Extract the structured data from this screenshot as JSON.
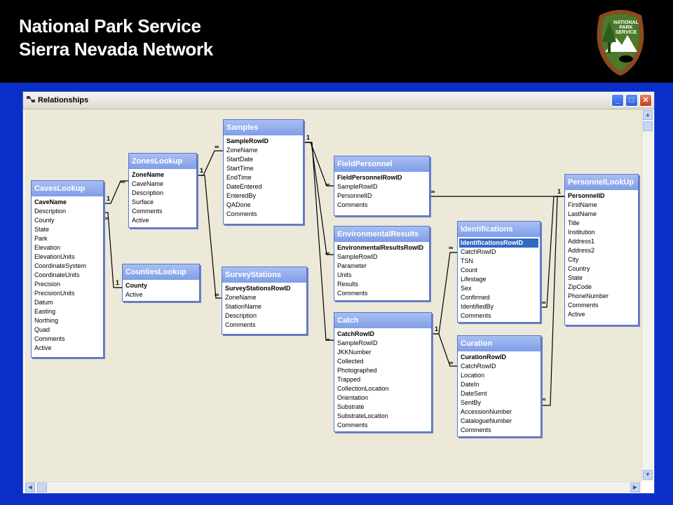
{
  "header": {
    "line1": "National Park Service",
    "line2": "Sierra Nevada Network",
    "logo_text": [
      "NATIONAL",
      "PARK",
      "SERVICE"
    ]
  },
  "window": {
    "title": "Relationships"
  },
  "tables": [
    {
      "id": "CavesLookup",
      "title": "CavesLookup",
      "fields": [
        "CaveName",
        "Description",
        "County",
        "State",
        "Park",
        "Elevation",
        "ElevationUnits",
        "CoordinateSystem",
        "CoordinateUnits",
        "Precision",
        "PrecisionUnits",
        "Datum",
        "Easting",
        "Northing",
        "Quad",
        "Comments",
        "Active"
      ],
      "key": [
        0
      ]
    },
    {
      "id": "ZonesLookup",
      "title": "ZonesLookup",
      "fields": [
        "ZoneName",
        "CaveName",
        "Description",
        "Surface",
        "Comments",
        "Active"
      ],
      "key": [
        0
      ]
    },
    {
      "id": "CountiesLookup",
      "title": "CountiesLookup",
      "fields": [
        "County",
        "Active"
      ],
      "key": [
        0
      ]
    },
    {
      "id": "Samples",
      "title": "Samples",
      "fields": [
        "SampleRowID",
        "ZoneName",
        "StartDate",
        "StartTime",
        "EndTime",
        "DateEntered",
        "EnteredBy",
        "QADone",
        "Comments"
      ],
      "key": [
        0
      ]
    },
    {
      "id": "SurveyStations",
      "title": "SurveyStations",
      "fields": [
        "SurveyStationsRowID",
        "ZoneName",
        "StationName",
        "Description",
        "Comments"
      ],
      "key": [
        0
      ]
    },
    {
      "id": "FieldPersonnel",
      "title": "FieldPersonnel",
      "fields": [
        "FieldPersonnelRowID",
        "SampleRowID",
        "PersonnelID",
        "Comments"
      ],
      "key": [
        0
      ]
    },
    {
      "id": "EnvironmentalResults",
      "title": "EnvironmentalResults",
      "fields": [
        "EnvironmentalResultsRowID",
        "SampleRowID",
        "Parameter",
        "Units",
        "Results",
        "Comments"
      ],
      "key": [
        0
      ]
    },
    {
      "id": "Catch",
      "title": "Catch",
      "fields": [
        "CatchRowID",
        "SampleRowID",
        "JKKNumber",
        "Collected",
        "Photographed",
        "Trapped",
        "CollectionLocation",
        "Orientation",
        "Substrate",
        "SubstrateLocation",
        "Comments"
      ],
      "key": [
        0
      ]
    },
    {
      "id": "Identifications",
      "title": "Identifications",
      "fields": [
        "IdentificationsRowID",
        "CatchRowID",
        "TSN",
        "Count",
        "Lifestage",
        "Sex",
        "Confirmed",
        "IdentifiedBy",
        "Comments"
      ],
      "key": [
        0
      ],
      "selected": 0
    },
    {
      "id": "Curation",
      "title": "Curation",
      "fields": [
        "CurationRowID",
        "CatchRowID",
        "Location",
        "DateIn",
        "DateSent",
        "SentBy",
        "AccessionNumber",
        "CatalogueNumber",
        "Comments"
      ],
      "key": [
        0
      ]
    },
    {
      "id": "PersonnelLookUp",
      "title": "PersonnelLookUp",
      "fields": [
        "PersonnelID",
        "FirstName",
        "LastName",
        "Title",
        "Institution",
        "Address1",
        "Address2",
        "City",
        "Country",
        "State",
        "ZipCode",
        "PhoneNumber",
        "Comments",
        "Active"
      ],
      "key": [
        0
      ]
    }
  ],
  "relationship_labels": {
    "one": "1",
    "many": "∞"
  }
}
